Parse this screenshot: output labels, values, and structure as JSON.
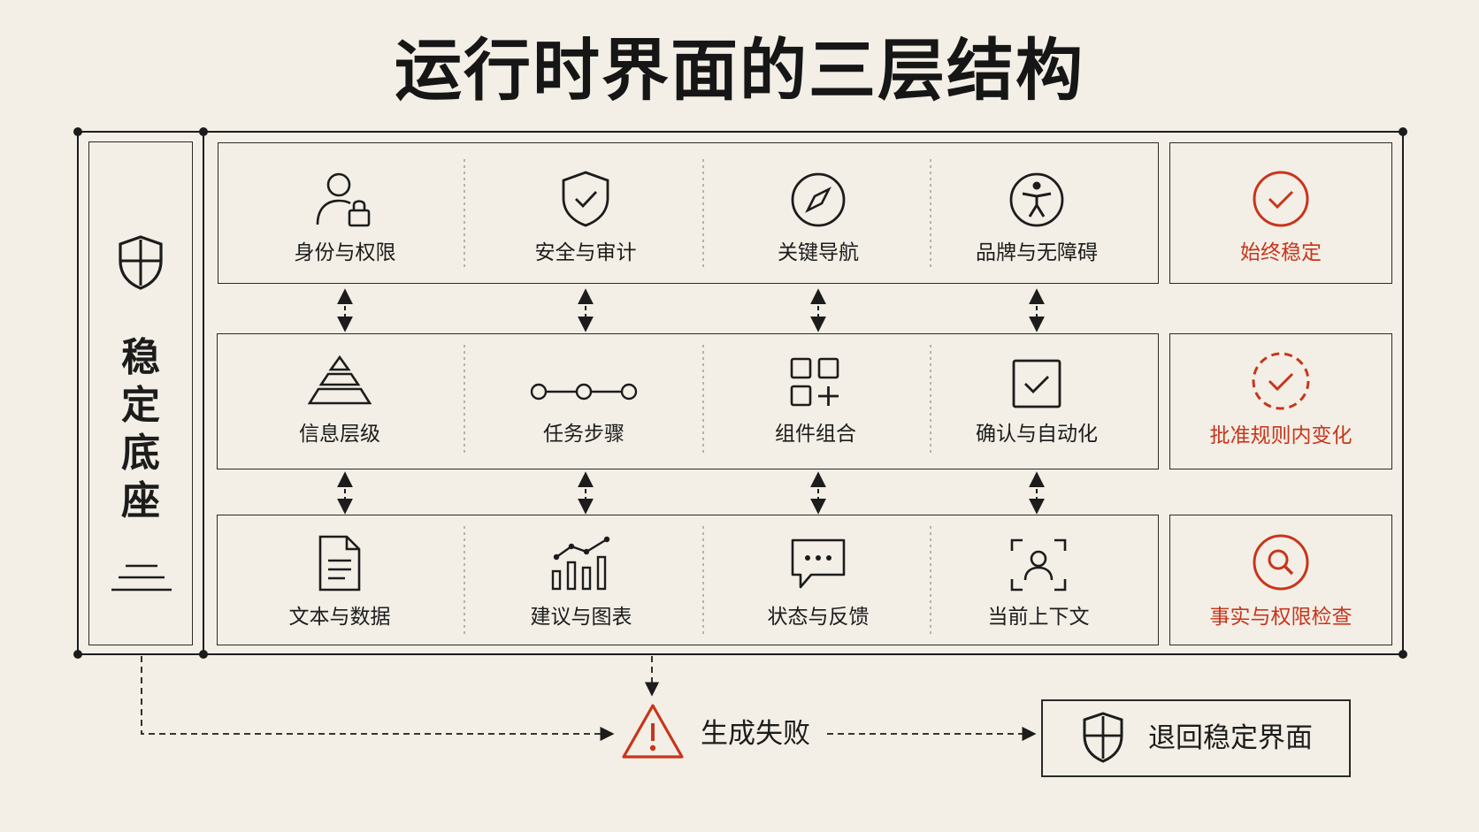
{
  "title": "运行时界面的三层结构",
  "base": {
    "label_chars": [
      "稳",
      "定",
      "底",
      "座"
    ],
    "icon": "shield-icon",
    "bottom_icon": "stacked-lines-icon"
  },
  "layers": [
    {
      "items": [
        {
          "label": "身份与权限",
          "icon": "user-lock-icon"
        },
        {
          "label": "安全与审计",
          "icon": "shield-check-icon"
        },
        {
          "label": "关键导航",
          "icon": "compass-icon"
        },
        {
          "label": "品牌与无障碍",
          "icon": "accessibility-icon"
        }
      ],
      "side": {
        "label": "始终稳定",
        "icon": "check-circle-icon"
      }
    },
    {
      "items": [
        {
          "label": "信息层级",
          "icon": "pyramid-icon"
        },
        {
          "label": "任务步骤",
          "icon": "steps-icon"
        },
        {
          "label": "组件组合",
          "icon": "grid-plus-icon"
        },
        {
          "label": "确认与自动化",
          "icon": "checkbox-icon"
        }
      ],
      "side": {
        "label": "批准规则内变化",
        "icon": "dashed-check-circle-icon"
      }
    },
    {
      "items": [
        {
          "label": "文本与数据",
          "icon": "document-icon"
        },
        {
          "label": "建议与图表",
          "icon": "bar-line-chart-icon"
        },
        {
          "label": "状态与反馈",
          "icon": "chat-bubble-icon"
        },
        {
          "label": "当前上下文",
          "icon": "focus-user-icon"
        }
      ],
      "side": {
        "label": "事实与权限检查",
        "icon": "search-circle-icon"
      }
    }
  ],
  "failure": {
    "label": "生成失败",
    "icon": "warning-icon"
  },
  "fallback": {
    "label": "退回稳定界面",
    "icon": "shield-icon"
  },
  "colors": {
    "accent": "#c8351c",
    "ink": "#1c1c1c",
    "background": "#f3efe6"
  }
}
